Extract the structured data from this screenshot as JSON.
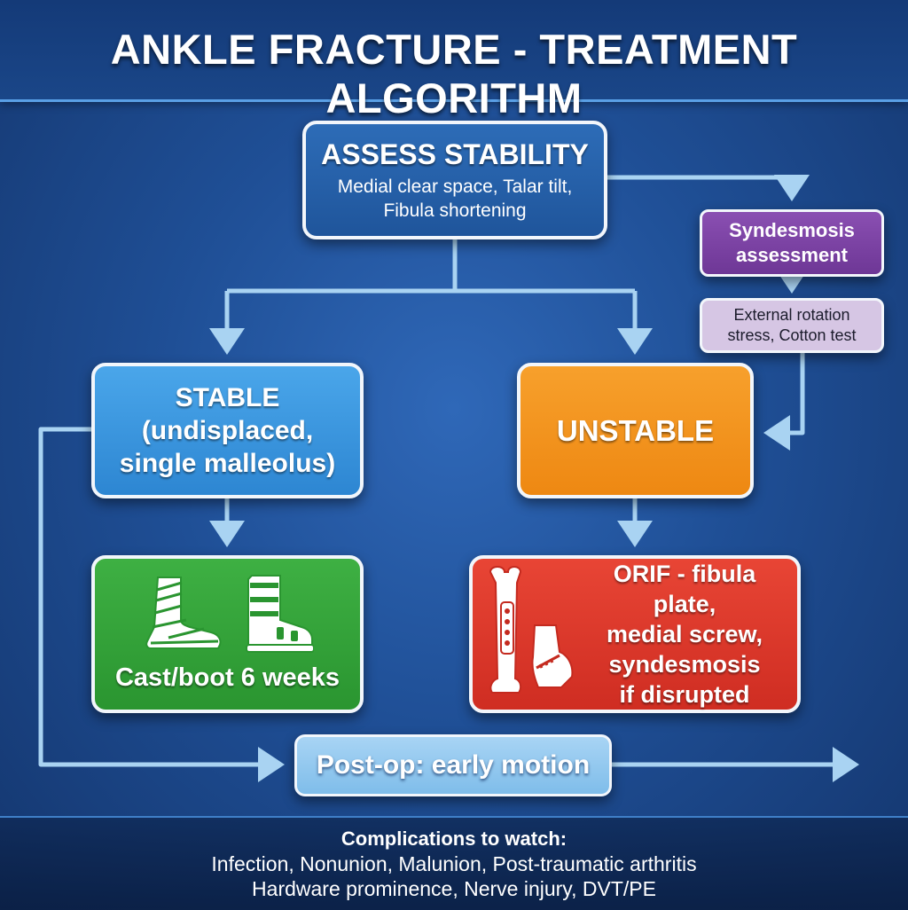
{
  "title": "ANKLE FRACTURE - TREATMENT ALGORITHM",
  "assess": {
    "title": "ASSESS STABILITY",
    "line1": "Medial clear space, Talar tilt,",
    "line2": "Fibula shortening"
  },
  "syndesmosis": {
    "line1": "Syndesmosis",
    "line2": "assessment"
  },
  "stress_test": {
    "line1": "External rotation",
    "line2": "stress, Cotton test"
  },
  "stable": {
    "line1": "STABLE",
    "line2": "(undisplaced,",
    "line3": "single malleolus)"
  },
  "unstable": {
    "label": "UNSTABLE"
  },
  "cast": {
    "label": "Cast/boot 6 weeks",
    "icons": [
      "cast-foot-icon",
      "walking-boot-icon"
    ]
  },
  "orif": {
    "line1": "ORIF - fibula plate,",
    "line2": "medial screw,",
    "line3": "syndesmosis",
    "line4": "if disrupted",
    "icon": "plate-screw-bone-icon"
  },
  "postop": {
    "label": "Post-op: early motion"
  },
  "complications": {
    "title": "Complications to watch:",
    "line1": "Infection, Nonunion, Malunion, Post-traumatic arthritis",
    "line2": "Hardware prominence, Nerve injury, DVT/PE"
  },
  "colors": {
    "background": "#1f4f96",
    "assess": "#2d6cb7",
    "syndesmosis": "#7d44a6",
    "stress": "#d6c6e4",
    "stable": "#3d98e0",
    "unstable": "#f29420",
    "cast": "#35a33a",
    "orif": "#dc3a2c",
    "postop": "#93c8ef",
    "arrow": "#a9d3f2"
  }
}
